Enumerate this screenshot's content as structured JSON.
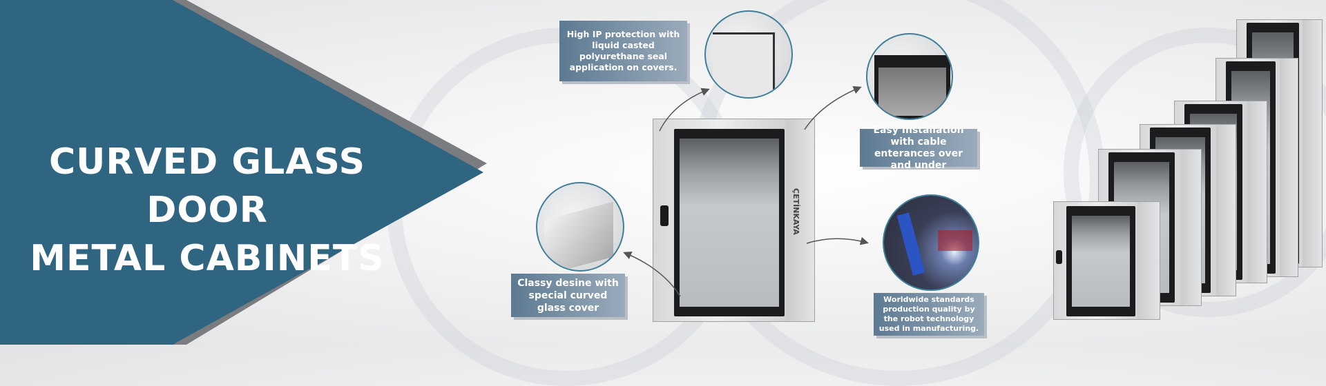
{
  "banner": {
    "title_line1": "CURVED GLASS DOOR",
    "title_line2": "METAL CABINETS",
    "accent": "#2f6581"
  },
  "callouts": [
    {
      "text": "High IP protection with liquid casted polyurethane seal application on covers."
    },
    {
      "text": "Easy Installation with cable enterances over and under"
    },
    {
      "text": "Classy desine with special curved glass cover"
    },
    {
      "text": "Worldwide standards production quality by the robot technology used in manufacturing."
    }
  ],
  "product": {
    "brand": "ÇETİNKAYA"
  }
}
